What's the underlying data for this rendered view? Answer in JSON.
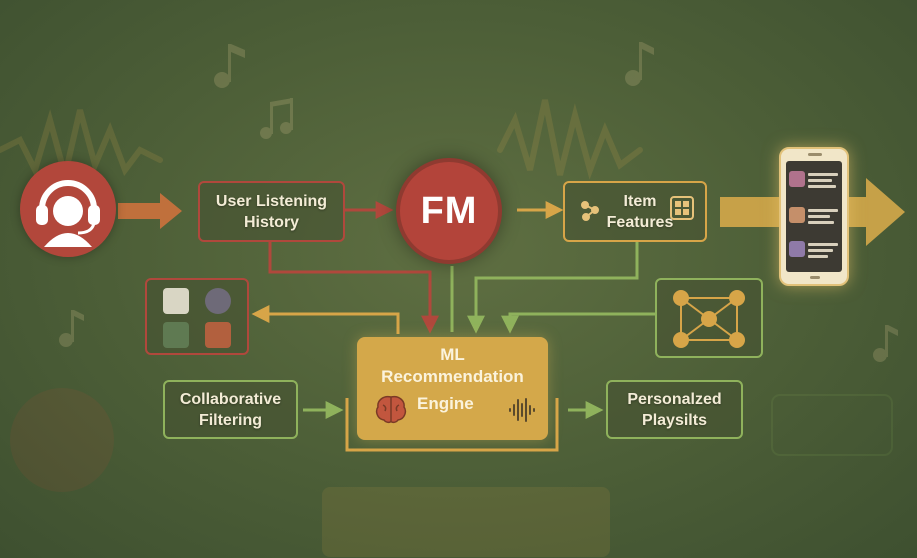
{
  "diagram": {
    "nodes": {
      "user_history": "User Listening History",
      "fm": "FM",
      "item_features": "Item Features",
      "engine": {
        "line1": "ML",
        "line2": "Recommendation",
        "line3": "Engine"
      },
      "collaborative": "Collaborative Filtering",
      "personalized": "Personalzed Playsilts"
    },
    "colors": {
      "red": "#b0483c",
      "gold": "#d7a548",
      "green": "#8fb25c",
      "background": "#4c5e37"
    },
    "icons": [
      "headset-user-icon",
      "molecule-icon",
      "grid-icon",
      "smartphone-icon",
      "brain-icon",
      "soundwave-icon",
      "network-icon",
      "album-grid-icon",
      "music-note-icon"
    ]
  }
}
